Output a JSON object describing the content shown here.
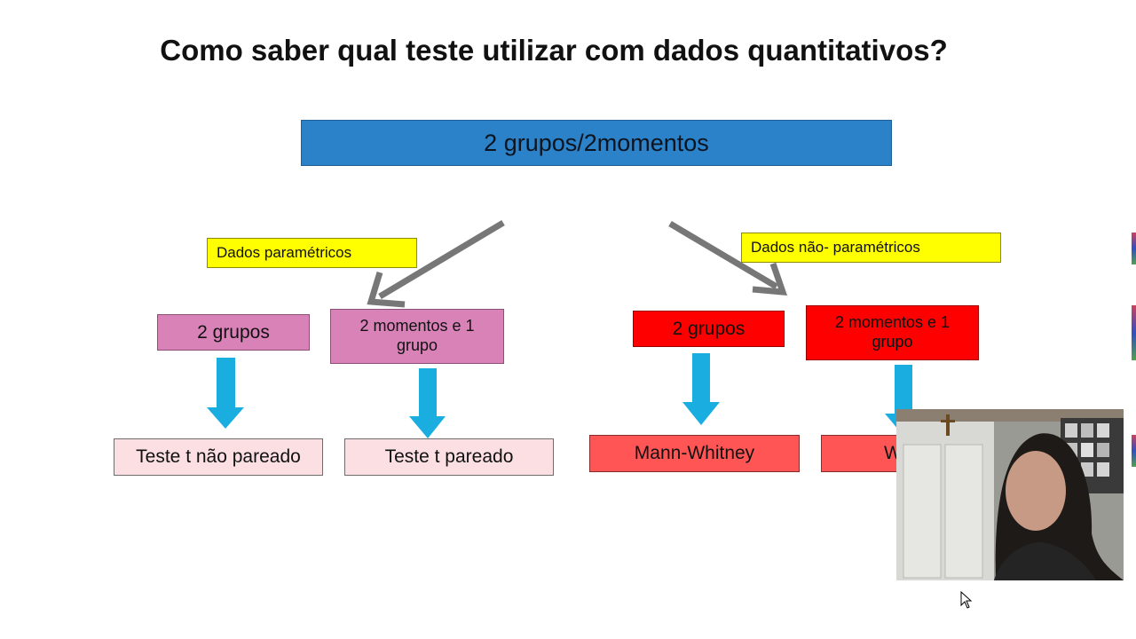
{
  "slide": {
    "title": "Como saber qual teste utilizar com dados quantitativos?",
    "root": "2 grupos/2momentos",
    "left_branch": {
      "label": "Dados paramétricos",
      "group_box": "2 grupos",
      "moments_box": "2 momentos e 1 grupo",
      "test_unpaired": "Teste t não pareado",
      "test_paired": "Teste t pareado"
    },
    "right_branch": {
      "label": "Dados não- paramétricos",
      "group_box": "2 grupos",
      "moments_box": "2 momentos e 1 grupo",
      "test_mann": "Mann-Whitney",
      "test_partial": "W"
    }
  },
  "colors": {
    "root_fill": "#2b82c8",
    "label_fill": "#ffff00",
    "parametric_fill": "#d982b8",
    "nonparametric_fill": "#ff0000",
    "result_light": "#fbdfe3",
    "result_red": "#ff5555",
    "down_arrow": "#1aaee0",
    "diag_arrow": "#777777"
  },
  "icons": [
    "mouse-cursor-icon"
  ],
  "webcam": {
    "visible": true
  }
}
